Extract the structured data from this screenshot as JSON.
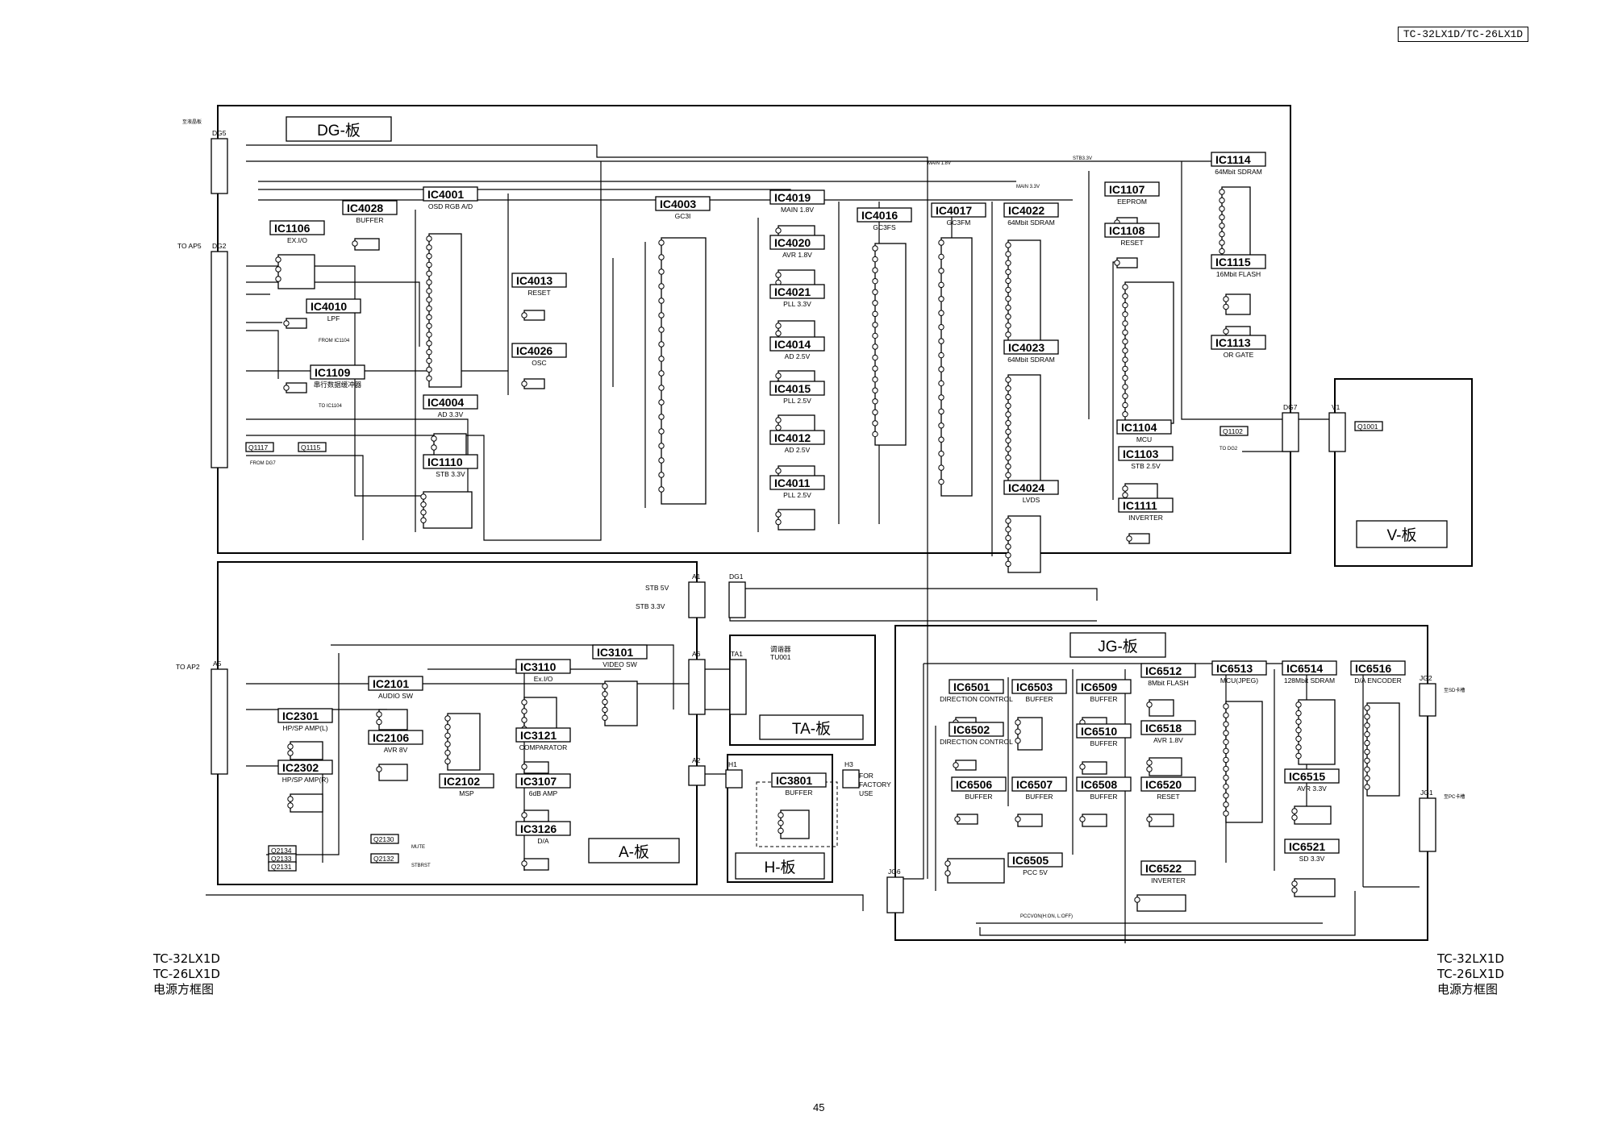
{
  "header": {
    "model_tag": "TC-32LX1D/TC-26LX1D"
  },
  "boards": {
    "dg": "DG-板",
    "a": "A-板",
    "jg": "JG-板",
    "v": "V-板",
    "ta": "TA-板",
    "h": "H-板"
  },
  "connectors": {
    "dg5": "DG5",
    "dg2": "DG2",
    "dg1": "DG1",
    "dg7": "DG7",
    "a1": "A1",
    "a5": "A5",
    "a6": "A6",
    "a2": "A2",
    "ta1": "TA1",
    "h1": "H1",
    "h3": "H3",
    "v1": "V1",
    "jg6": "JG6",
    "jg2": "JG2",
    "jg1": "JG1"
  },
  "labels": {
    "to_lcd": "至液晶板",
    "to_ap5": "TO AP5",
    "to_ap2": "TO AP2",
    "stb5v": "STB 5V",
    "stb33v": "STB 3.3V",
    "tuner_cn": "调谐器",
    "tuner": "TU001",
    "for_factory": "FOR",
    "factory": "FACTORY",
    "use": "USE",
    "to_sd": "至SD卡槽",
    "to_pc": "至PC卡槽",
    "mute": "MUTE",
    "stbrst": "STBRST",
    "from_ic1104": "FROM IC1104",
    "to_ic1104": "TO IC1104",
    "from_dg7": "FROM DG7",
    "to_dg2": "TO DG2",
    "pccvon": "PCCVON(H:ON, L:OFF)",
    "main18v": "MAIN 1.8V",
    "main33v": "MAIN 3.3V",
    "stb33v_top": "STB3.3V"
  },
  "ics": [
    {
      "id": "IC4028",
      "ref": "IC4028",
      "func": "BUFFER"
    },
    {
      "id": "IC4001",
      "ref": "IC4001",
      "func": "OSD RGB A/D"
    },
    {
      "id": "IC1106",
      "ref": "IC1106",
      "func": "EX.I/O"
    },
    {
      "id": "IC4010",
      "ref": "IC4010",
      "func": "LPF"
    },
    {
      "id": "IC1109",
      "ref": "IC1109",
      "func": "串行数据缓冲器"
    },
    {
      "id": "IC4004",
      "ref": "IC4004",
      "func": "AD 3.3V"
    },
    {
      "id": "IC1110",
      "ref": "IC1110",
      "func": "STB 3.3V"
    },
    {
      "id": "IC4013",
      "ref": "IC4013",
      "func": "RESET"
    },
    {
      "id": "IC4026",
      "ref": "IC4026",
      "func": "OSC"
    },
    {
      "id": "IC4003",
      "ref": "IC4003",
      "func": "GC3I"
    },
    {
      "id": "IC4019",
      "ref": "IC4019",
      "func": "MAIN 1.8V"
    },
    {
      "id": "IC4020",
      "ref": "IC4020",
      "func": "AVR 1.8V"
    },
    {
      "id": "IC4021",
      "ref": "IC4021",
      "func": "PLL 3.3V"
    },
    {
      "id": "IC4014",
      "ref": "IC4014",
      "func": "AD 2.5V"
    },
    {
      "id": "IC4015",
      "ref": "IC4015",
      "func": "PLL 2.5V"
    },
    {
      "id": "IC4012",
      "ref": "IC4012",
      "func": "AD 2.5V"
    },
    {
      "id": "IC4011",
      "ref": "IC4011",
      "func": "PLL 2.5V"
    },
    {
      "id": "IC4016",
      "ref": "IC4016",
      "func": "GC3FS"
    },
    {
      "id": "IC4017",
      "ref": "IC4017",
      "func": "GC3FM"
    },
    {
      "id": "IC4022",
      "ref": "IC4022",
      "func": "64Mbit SDRAM"
    },
    {
      "id": "IC4023",
      "ref": "IC4023",
      "func": "64Mbit SDRAM"
    },
    {
      "id": "IC4024",
      "ref": "IC4024",
      "func": "LVDS"
    },
    {
      "id": "IC1107",
      "ref": "IC1107",
      "func": "EEPROM"
    },
    {
      "id": "IC1108",
      "ref": "IC1108",
      "func": "RESET"
    },
    {
      "id": "IC1104",
      "ref": "IC1104",
      "func": "MCU"
    },
    {
      "id": "IC1103",
      "ref": "IC1103",
      "func": "STB 2.5V"
    },
    {
      "id": "IC1111",
      "ref": "IC1111",
      "func": "INVERTER"
    },
    {
      "id": "IC1114",
      "ref": "IC1114",
      "func": "64Mbit SDRAM"
    },
    {
      "id": "IC1115",
      "ref": "IC1115",
      "func": "16Mbit FLASH"
    },
    {
      "id": "IC1113",
      "ref": "IC1113",
      "func": "OR GATE"
    },
    {
      "id": "IC2101",
      "ref": "IC2101",
      "func": "AUDIO SW"
    },
    {
      "id": "IC2301",
      "ref": "IC2301",
      "func": "HP/SP AMP(L)"
    },
    {
      "id": "IC2106",
      "ref": "IC2106",
      "func": "AVR 8V"
    },
    {
      "id": "IC2302",
      "ref": "IC2302",
      "func": "HP/SP AMP(R)"
    },
    {
      "id": "IC2102",
      "ref": "IC2102",
      "func": "MSP"
    },
    {
      "id": "IC3110",
      "ref": "IC3110",
      "func": "Ex.I/O"
    },
    {
      "id": "IC3101",
      "ref": "IC3101",
      "func": "VIDEO SW"
    },
    {
      "id": "IC3121",
      "ref": "IC3121",
      "func": "COMPARATOR"
    },
    {
      "id": "IC3107",
      "ref": "IC3107",
      "func": "6dB AMP"
    },
    {
      "id": "IC3126",
      "ref": "IC3126",
      "func": "D/A"
    },
    {
      "id": "IC3801",
      "ref": "IC3801",
      "func": "BUFFER"
    },
    {
      "id": "IC6501",
      "ref": "IC6501",
      "func": "DIRECTION CONTROL"
    },
    {
      "id": "IC6502",
      "ref": "IC6502",
      "func": "DIRECTION CONTROL"
    },
    {
      "id": "IC6503",
      "ref": "IC6503",
      "func": "BUFFER"
    },
    {
      "id": "IC6509",
      "ref": "IC6509",
      "func": "BUFFER"
    },
    {
      "id": "IC6510",
      "ref": "IC6510",
      "func": "BUFFER"
    },
    {
      "id": "IC6512",
      "ref": "IC6512",
      "func": "8Mbit FLASH"
    },
    {
      "id": "IC6518",
      "ref": "IC6518",
      "func": "AVR 1.8V"
    },
    {
      "id": "IC6513",
      "ref": "IC6513",
      "func": "MCU(JPEG)"
    },
    {
      "id": "IC6514",
      "ref": "IC6514",
      "func": "128Mbit SDRAM"
    },
    {
      "id": "IC6516",
      "ref": "IC6516",
      "func": "D/A ENCODER"
    },
    {
      "id": "IC6506",
      "ref": "IC6506",
      "func": "BUFFER"
    },
    {
      "id": "IC6507",
      "ref": "IC6507",
      "func": "BUFFER"
    },
    {
      "id": "IC6508",
      "ref": "IC6508",
      "func": "BUFFER"
    },
    {
      "id": "IC6520",
      "ref": "IC6520",
      "func": "RESET"
    },
    {
      "id": "IC6515",
      "ref": "IC6515",
      "func": "AVR 3.3V"
    },
    {
      "id": "IC6505",
      "ref": "IC6505",
      "func": "PCC 5V"
    },
    {
      "id": "IC6522",
      "ref": "IC6522",
      "func": "INVERTER"
    },
    {
      "id": "IC6521",
      "ref": "IC6521",
      "func": "SD 3.3V"
    }
  ],
  "transistors": [
    "Q1117",
    "Q1115",
    "Q1102",
    "Q1001",
    "Q2134",
    "Q2133",
    "Q2131",
    "Q2130",
    "Q2132"
  ],
  "footer": {
    "left": [
      "TC-32LX1D",
      "TC-26LX1D",
      "电源方框图"
    ],
    "right": [
      "TC-32LX1D",
      "TC-26LX1D",
      "电源方框图"
    ],
    "page_number": "45"
  },
  "colors": {
    "ink": "#000000",
    "paper": "#ffffff"
  }
}
